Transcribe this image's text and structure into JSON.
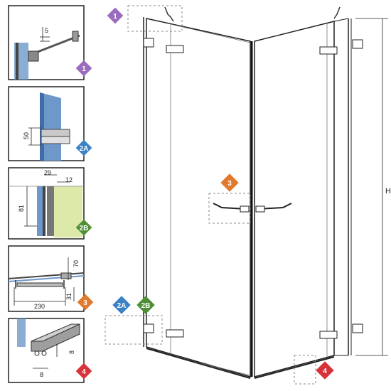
{
  "colors": {
    "badge_1": "#9b6bbd",
    "badge_2A": "#3a82c4",
    "badge_2B": "#4f8f35",
    "badge_3": "#e07a2e",
    "badge_4": "#d8333a",
    "glass": "#6e98c9",
    "panel": "#dde9a8"
  },
  "detail_panels": [
    {
      "id": "p1",
      "badge": "1",
      "dims": [
        "5"
      ]
    },
    {
      "id": "p2a",
      "badge": "2A",
      "dims": [
        "50"
      ]
    },
    {
      "id": "p2b",
      "badge": "2B",
      "dims": [
        "29",
        "12",
        "81"
      ]
    },
    {
      "id": "p3",
      "badge": "3",
      "dims": [
        "70",
        "31",
        "230"
      ]
    },
    {
      "id": "p4",
      "badge": "4",
      "dims": [
        "8",
        "8"
      ]
    }
  ],
  "main": {
    "callouts": [
      "1",
      "2A",
      "2B",
      "3",
      "4"
    ],
    "height_label": "H"
  }
}
